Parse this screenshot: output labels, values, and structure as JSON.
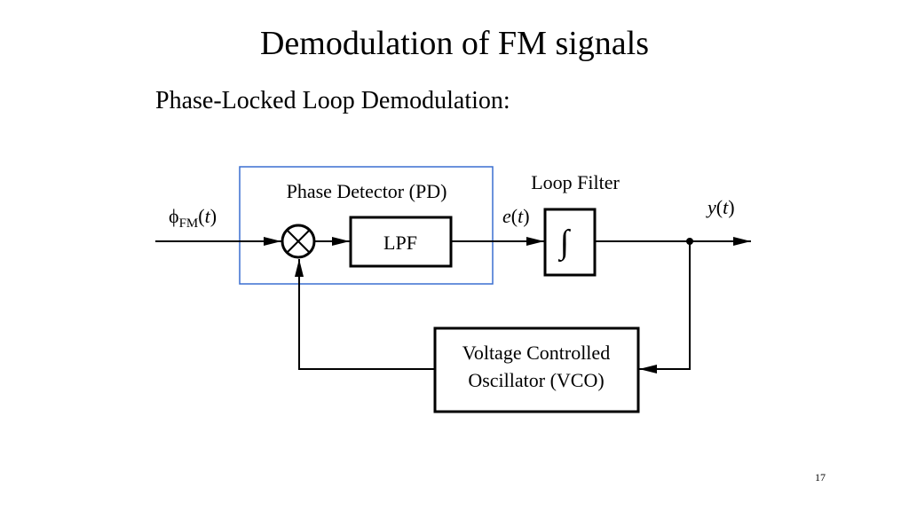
{
  "slide": {
    "title": "Demodulation of FM signals",
    "subtitle": "Phase-Locked Loop Demodulation:",
    "page_number": "17"
  },
  "diagram": {
    "phase_detector_label": "Phase Detector (PD)",
    "lpf_label": "LPF",
    "loop_filter_label": "Loop Filter",
    "integrator_symbol": "∫",
    "vco_line1": "Voltage Controlled",
    "vco_line2": "Oscillator (VCO)",
    "input_signal": {
      "symbol": "ϕ",
      "subscript": "FM",
      "open": "(",
      "var": "t",
      "close": ")"
    },
    "error_signal": {
      "var": "e",
      "open": "(",
      "arg": "t",
      "close": ")"
    },
    "output_signal": {
      "var": "y",
      "open": "(",
      "arg": "t",
      "close": ")"
    },
    "colors": {
      "pd_box": "#3a6fd0",
      "lines": "#000000"
    }
  }
}
